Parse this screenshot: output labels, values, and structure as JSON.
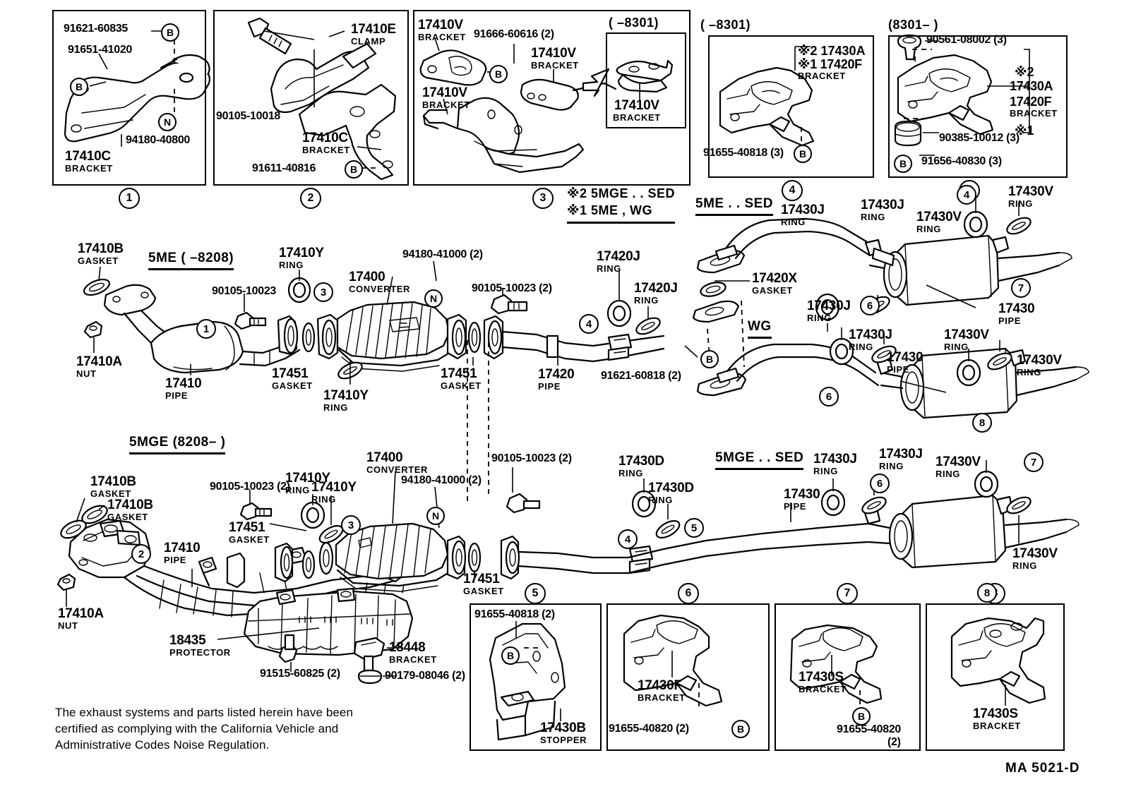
{
  "sheet": {
    "code": "MA  5021-D",
    "note": "The exhaust systems and parts listed herein have been certified as complying with the California Vehicle and Administrative Codes Noise Regulation.",
    "footnote_marks": {
      "star2": "※2 5MGE . . SED",
      "star1": "※1 5ME , WG"
    },
    "headings": {
      "me_8208": "5ME (        –8208)",
      "mge_8208": "5MGE (8208–         )",
      "me_sed": "5ME . . SED",
      "wg": "WG",
      "mge_sed": "5MGE . . SED"
    }
  },
  "panels": [
    {
      "id": 1,
      "number": "1",
      "labels": [
        {
          "part": "91621-60835",
          "sub": ""
        },
        {
          "part": "91651-41020",
          "sub": ""
        },
        {
          "part": "94180-40800",
          "sub": ""
        },
        {
          "part": "17410C",
          "sub": "BRACKET"
        }
      ],
      "marks": [
        "B",
        "B",
        "N"
      ]
    },
    {
      "id": 2,
      "number": "2",
      "labels": [
        {
          "part": "17410E",
          "sub": "CLAMP"
        },
        {
          "part": "90105-10018",
          "sub": ""
        },
        {
          "part": "17410C",
          "sub": "BRACKET"
        },
        {
          "part": "91611-40816",
          "sub": ""
        }
      ],
      "marks": [
        "B"
      ]
    },
    {
      "id": 3,
      "number": "3",
      "labels": [
        {
          "part": "17410V",
          "sub": "BRACKET"
        },
        {
          "part": "91666-60616 (2)",
          "sub": ""
        },
        {
          "part": "17410V",
          "sub": "BRACKET"
        },
        {
          "part": "17410V",
          "sub": "BRACKET"
        },
        {
          "part": "17410V",
          "sub": "BRACKET"
        }
      ],
      "inner_heading": "(            –8301)",
      "marks": [
        "B"
      ]
    },
    {
      "id": "4a",
      "number": "4",
      "heading": "(      –8301)",
      "labels": [
        {
          "part": "※2 17430A",
          "sub": ""
        },
        {
          "part": "※1 17420F",
          "sub": "BRACKET"
        },
        {
          "part": "91655-40818 (3)",
          "sub": ""
        }
      ],
      "marks": [
        "B"
      ]
    },
    {
      "id": "4b",
      "number": "4",
      "heading": "(8301–          )",
      "labels": [
        {
          "part": "90561-08002 (3)",
          "sub": ""
        },
        {
          "part": "※2",
          "sub": ""
        },
        {
          "part": "17430A",
          "sub": ""
        },
        {
          "part": "17420F",
          "sub": "BRACKET"
        },
        {
          "part": "※1",
          "sub": ""
        },
        {
          "part": "90385-10012 (3)",
          "sub": ""
        },
        {
          "part": "91656-40830 (3)",
          "sub": ""
        }
      ],
      "marks": [
        "B"
      ]
    },
    {
      "id": 5,
      "number": "5",
      "labels": [
        {
          "part": "91655-40818 (2)",
          "sub": ""
        },
        {
          "part": "17430B",
          "sub": "STOPPER"
        }
      ],
      "marks": [
        "B"
      ]
    },
    {
      "id": 6,
      "number": "6",
      "labels": [
        {
          "part": "17430F",
          "sub": "BRACKET"
        },
        {
          "part": "91655-40820 (2)",
          "sub": ""
        }
      ],
      "marks": [
        "B"
      ]
    },
    {
      "id": 7,
      "number": "7",
      "labels": [
        {
          "part": "17430S",
          "sub": "BRACKET"
        },
        {
          "part": "91655-40820",
          "sub": ""
        },
        {
          "part": "(2)",
          "sub": ""
        }
      ],
      "marks": [
        "B"
      ]
    },
    {
      "id": 8,
      "number": "8",
      "labels": [
        {
          "part": "17430S",
          "sub": "BRACKET"
        }
      ],
      "marks": []
    }
  ],
  "main_upper": {
    "labels": [
      {
        "part": "17410B",
        "sub": "GASKET"
      },
      {
        "part": "17410A",
        "sub": "NUT"
      },
      {
        "part": "17410",
        "sub": "PIPE"
      },
      {
        "part": "90105-10023",
        "sub": ""
      },
      {
        "part": "17410Y",
        "sub": "RING"
      },
      {
        "part": "17451",
        "sub": "GASKET"
      },
      {
        "part": "17410Y",
        "sub": "RING"
      },
      {
        "part": "17400",
        "sub": "CONVERTER"
      },
      {
        "part": "94180-41000 (2)",
        "sub": ""
      },
      {
        "part": "17451",
        "sub": "GASKET"
      },
      {
        "part": "90105-10023 (2)",
        "sub": ""
      },
      {
        "part": "17420",
        "sub": "PIPE"
      },
      {
        "part": "17420J",
        "sub": "RING"
      },
      {
        "part": "17420J",
        "sub": "RING"
      },
      {
        "part": "17420X",
        "sub": "GASKET"
      },
      {
        "part": "91621-60818 (2)",
        "sub": ""
      },
      {
        "part": "17430J",
        "sub": "RING"
      },
      {
        "part": "17430J",
        "sub": "RING"
      },
      {
        "part": "17430V",
        "sub": "RING"
      },
      {
        "part": "17430V",
        "sub": "RING"
      },
      {
        "part": "17430",
        "sub": "PIPE"
      },
      {
        "part": "17430J",
        "sub": "RING"
      },
      {
        "part": "17430J",
        "sub": "RING"
      },
      {
        "part": "17430",
        "sub": "PIPE"
      },
      {
        "part": "17430V",
        "sub": "RING"
      },
      {
        "part": "17430V",
        "sub": "RING"
      }
    ]
  },
  "main_lower": {
    "labels": [
      {
        "part": "17410B",
        "sub": "GASKET"
      },
      {
        "part": "17410B",
        "sub": "GASKET"
      },
      {
        "part": "17410A",
        "sub": "NUT"
      },
      {
        "part": "17410",
        "sub": "PIPE"
      },
      {
        "part": "90105-10023 (2)",
        "sub": ""
      },
      {
        "part": "17410Y",
        "sub": "RING"
      },
      {
        "part": "17410Y",
        "sub": "RING"
      },
      {
        "part": "17451",
        "sub": "GASKET"
      },
      {
        "part": "17400",
        "sub": "CONVERTER"
      },
      {
        "part": "94180-41000 (2)",
        "sub": ""
      },
      {
        "part": "90105-10023 (2)",
        "sub": ""
      },
      {
        "part": "17451",
        "sub": "GASKET"
      },
      {
        "part": "18435",
        "sub": "PROTECTOR"
      },
      {
        "part": "18448",
        "sub": "BRACKET"
      },
      {
        "part": "91515-60825 (2)",
        "sub": ""
      },
      {
        "part": "90179-08046 (2)",
        "sub": ""
      },
      {
        "part": "17430D",
        "sub": "RING"
      },
      {
        "part": "17430D",
        "sub": "RING"
      },
      {
        "part": "17430J",
        "sub": "RING"
      },
      {
        "part": "17430J",
        "sub": "RING"
      },
      {
        "part": "17430",
        "sub": "PIPE"
      },
      {
        "part": "17430V",
        "sub": "RING"
      },
      {
        "part": "17430V",
        "sub": "RING"
      }
    ]
  }
}
